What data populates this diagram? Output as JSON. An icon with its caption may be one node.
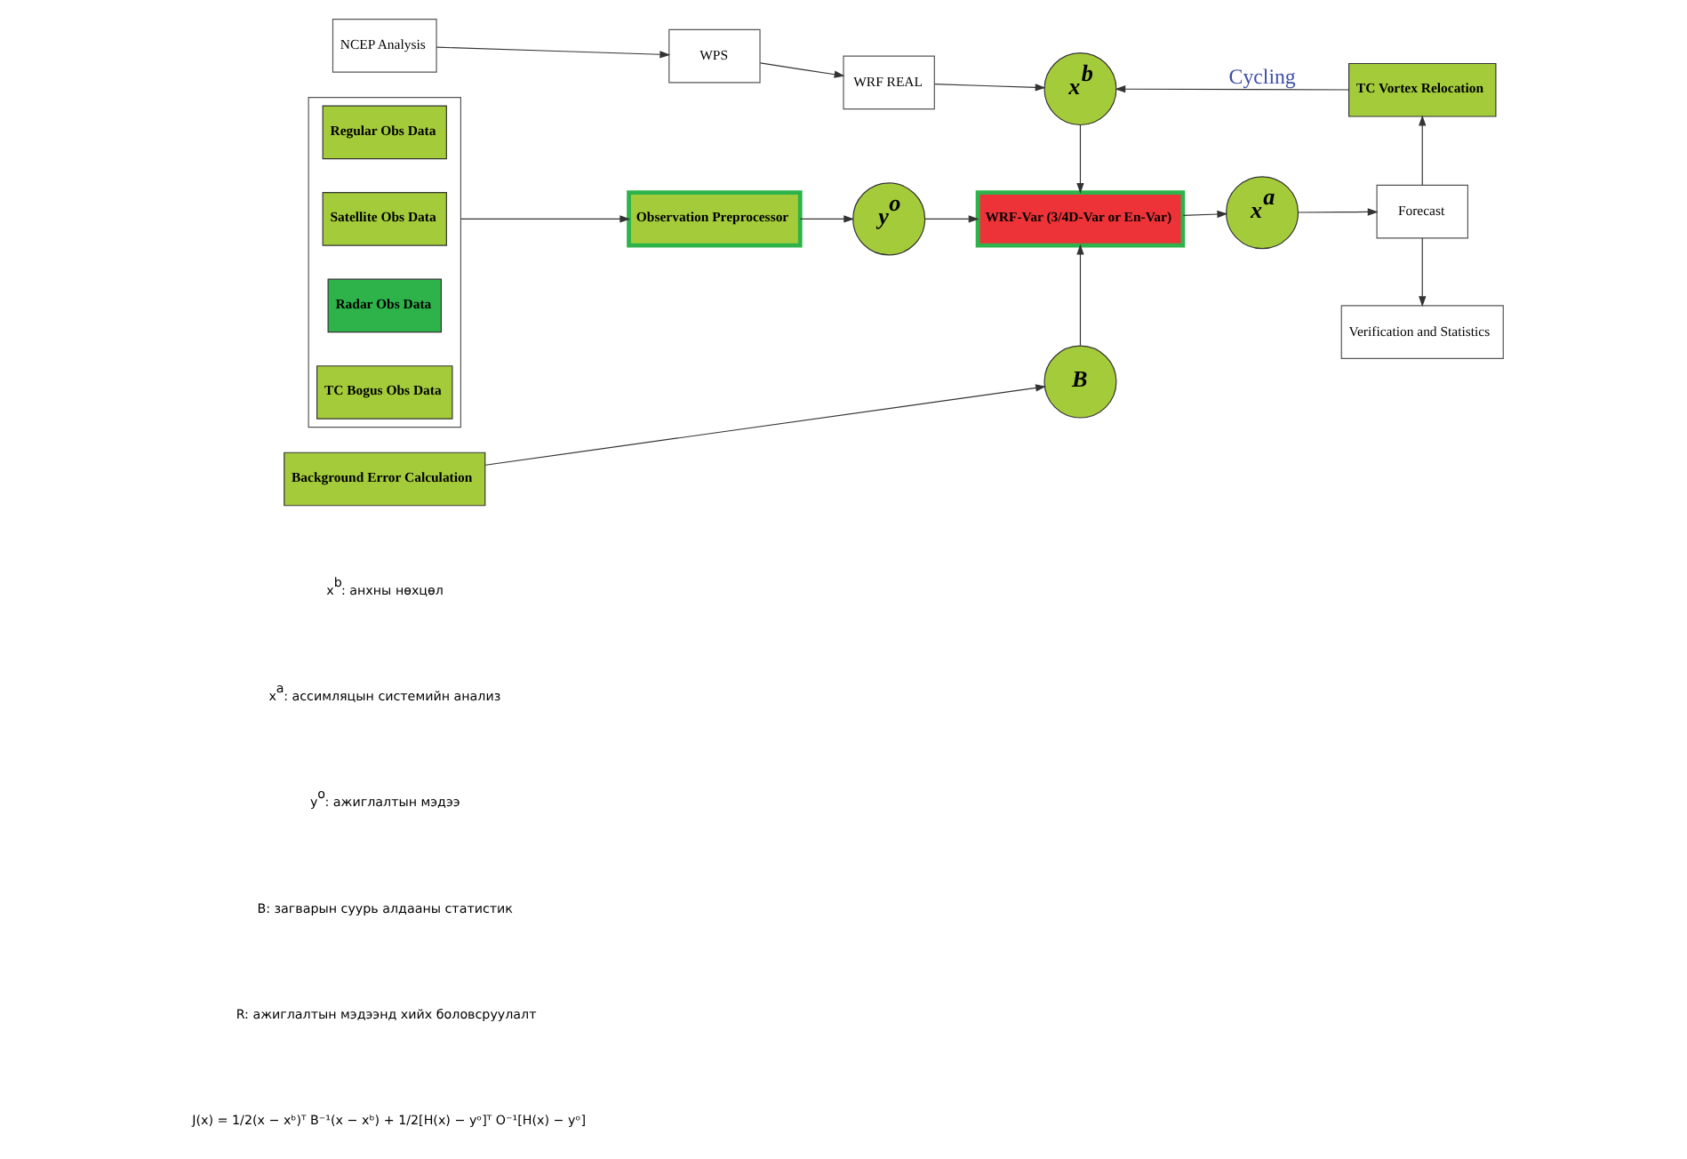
{
  "diagram": {
    "nodes": [
      {
        "text": [
          "NCEP Analysis"
        ]
      },
      {
        "text": [
          "WPS"
        ]
      },
      {
        "text": [
          "WRF REAL"
        ]
      },
      {
        "text": [
          "x$^{b}$"
        ]
      },
      {
        "text": [
          "TC Vortex Relocation"
        ]
      },
      {
        "text": [],
        "shape": "box"
      },
      {
        "text": [
          "Regular Obs Data"
        ],
        "in": 5
      },
      {
        "text": [
          "Satellite Obs Data"
        ],
        "in": 5
      },
      {
        "text": [
          "Radar Obs Data"
        ],
        "in": 5
      },
      {
        "text": [
          "TC Bogus Obs Data"
        ],
        "in": 5
      },
      {
        "text": [
          "Observation Preprocessor"
        ]
      },
      {
        "text": [
          "y$^{o}$"
        ]
      },
      {
        "text": [
          "WRF-Var (3/4D-Var or En-Var)"
        ]
      },
      {
        "text": [
          "x$^{a}$"
        ]
      },
      {
        "text": [
          "Forecast"
        ]
      },
      {
        "text": [
          "Background Error Calculation"
        ]
      },
      {
        "text": [
          "B"
        ]
      },
      {
        "text": [
          "Verification and Statistics"
        ]
      }
    ],
    "edges": [
      {
        "from": 0,
        "to": 1,
        "arrow": "to"
      },
      {
        "from": 1,
        "to": 2,
        "arrow": "to"
      },
      {
        "from": 2,
        "to": 3,
        "arrow": "to"
      },
      {
        "from": 4,
        "to": 3,
        "arrow": "to",
        "label": "Cycling"
      },
      {
        "from": 3,
        "to": 12,
        "arrow": "to"
      },
      {
        "from": 5,
        "to": 10,
        "arrow": "to"
      },
      {
        "from": 10,
        "to": 11,
        "arrow": "to"
      },
      {
        "from": 11,
        "to": 12,
        "arrow": "to"
      },
      {
        "from": 12,
        "to": 13,
        "arrow": "to"
      },
      {
        "from": 13,
        "to": 14,
        "arrow": "to"
      },
      {
        "from": 14,
        "to": 4,
        "arrow": "to"
      },
      {
        "from": 14,
        "to": 17,
        "arrow": "to"
      },
      {
        "from": 15,
        "to": 16,
        "arrow": "to"
      },
      {
        "from": 16,
        "to": 12,
        "arrow": "to"
      }
    ],
    "labels": [
      "x$^{b}$: анхны нөхцөл",
      "x$^{a}$: ассимляцын системийн анализ",
      "y$^{o}$: ажиглалтын мэдээ",
      "B: загварын суурь алдааны статистик",
      "R: ажиглалтын мэдээнд хийх боловсруулалт",
      "J(x) = 1/2(x − xᵇ)ᵀ B⁻¹(x − xᵇ) + 1/2[H(x) − yᵒ]ᵀ O⁻¹[H(x) − yᵒ]"
    ]
  }
}
